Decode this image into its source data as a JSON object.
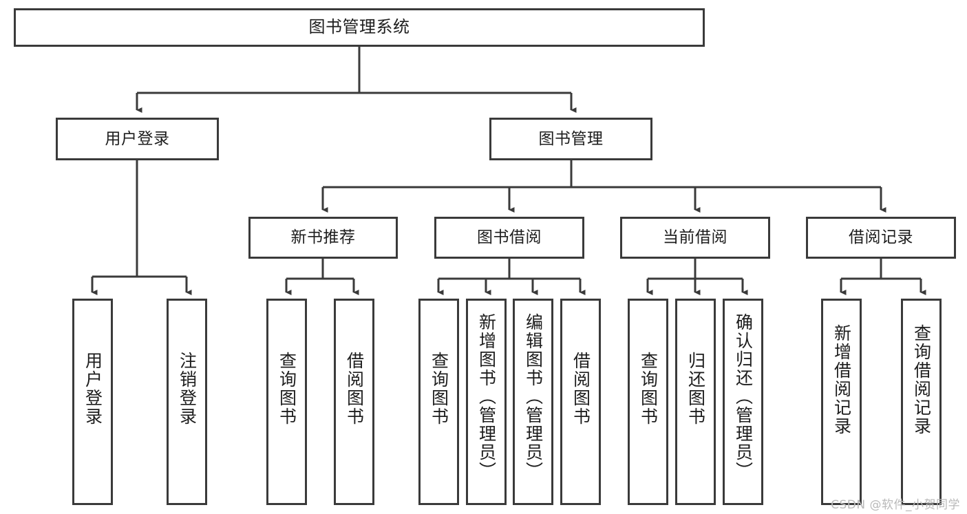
{
  "diagram": {
    "title": "图书管理系统",
    "watermark": "CSDN @软件_小贺同学",
    "root": {
      "label": "图书管理系统"
    },
    "level2": [
      {
        "label": "用户登录"
      },
      {
        "label": "图书管理"
      }
    ],
    "level3": [
      {
        "label": "新书推荐"
      },
      {
        "label": "图书借阅"
      },
      {
        "label": "当前借阅"
      },
      {
        "label": "借阅记录"
      }
    ],
    "leaves": {
      "user_login": [
        {
          "label": "用户登录"
        },
        {
          "label": "注销登录"
        }
      ],
      "new_book_recommend": [
        {
          "label": "查询图书"
        },
        {
          "label": "借阅图书"
        }
      ],
      "book_borrow": [
        {
          "label": "查询图书"
        },
        {
          "label": "新增图书（管理员）"
        },
        {
          "label": "编辑图书（管理员）"
        },
        {
          "label": "借阅图书"
        }
      ],
      "current_borrow": [
        {
          "label": "查询图书"
        },
        {
          "label": "归还图书"
        },
        {
          "label": "确认归还（管理员）"
        }
      ],
      "borrow_records": [
        {
          "label": "新增借阅记录"
        },
        {
          "label": "查询借阅记录"
        }
      ]
    }
  },
  "colors": {
    "stroke": "#3a3a3a",
    "text": "#1d1d1d",
    "background": "#ffffff",
    "watermark": "#b9b9b9"
  }
}
